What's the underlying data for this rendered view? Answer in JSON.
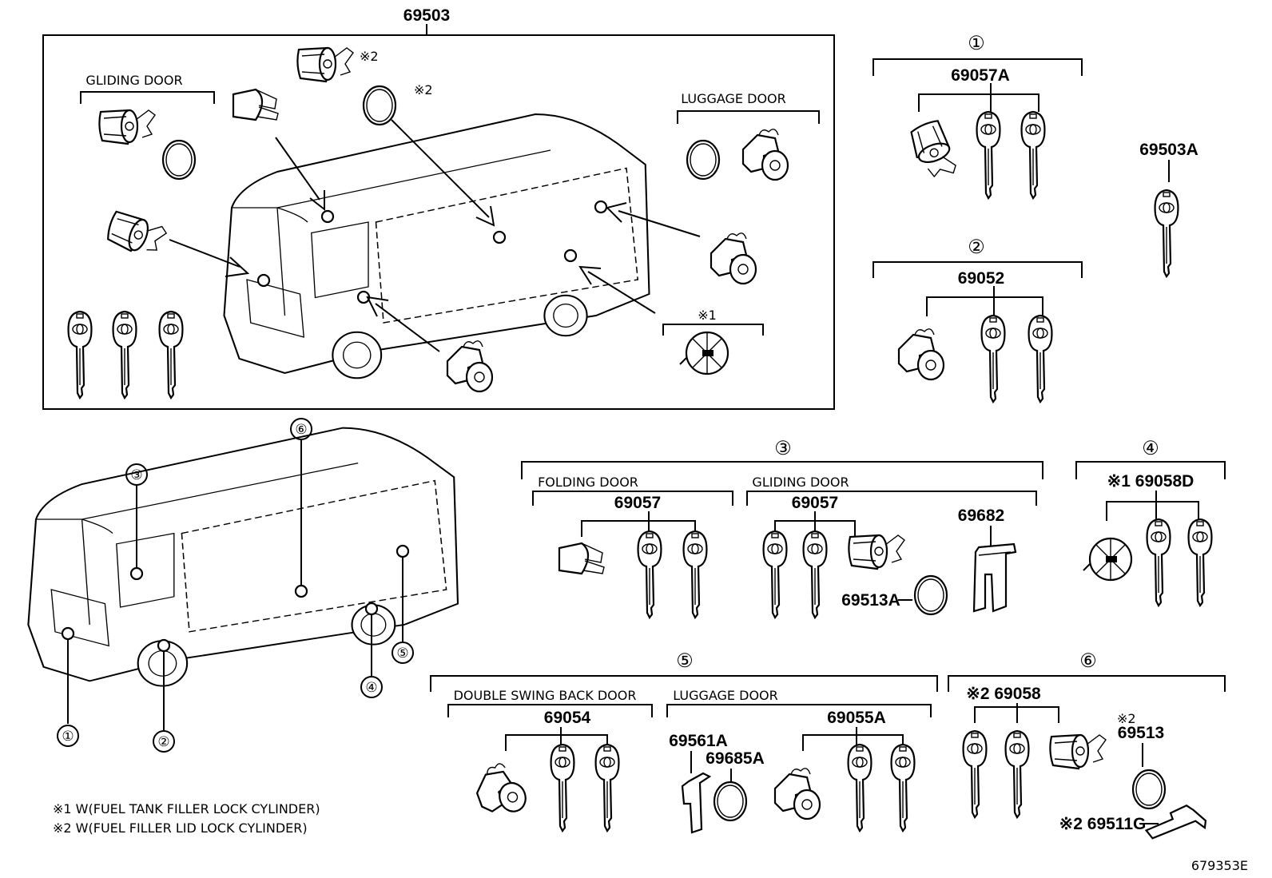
{
  "diagram": {
    "figure_id": "679353E",
    "set_label": "69503",
    "set_label_a": "69503A",
    "circled": {
      "c1": "①",
      "c2": "②",
      "c3": "③",
      "c4": "④",
      "c5": "⑤",
      "c6": "⑥"
    },
    "marks": {
      "note1": "※1",
      "note2": "※2",
      "note1_part": "※1 69058D",
      "note2_part_a": "※2 69058",
      "note2_part_b": "※2",
      "note2_part_c": "※2 69511G"
    },
    "door_labels": {
      "gliding": "GLIDING DOOR",
      "luggage": "LUGGAGE DOOR",
      "folding": "FOLDING DOOR",
      "double_swing": "DOUBLE SWING BACK DOOR"
    },
    "parts": {
      "p69057A": "69057A",
      "p69052": "69052",
      "p69057": "69057",
      "p69682": "69682",
      "p69513A": "69513A",
      "p69054": "69054",
      "p69055A": "69055A",
      "p69561A": "69561A",
      "p69685A": "69685A",
      "p69513": "69513",
      "p69511G": "69511G"
    },
    "notes": [
      "※1 W(FUEL TANK FILLER LOCK CYLINDER)",
      "※2 W(FUEL FILLER LID LOCK CYLINDER)"
    ]
  }
}
